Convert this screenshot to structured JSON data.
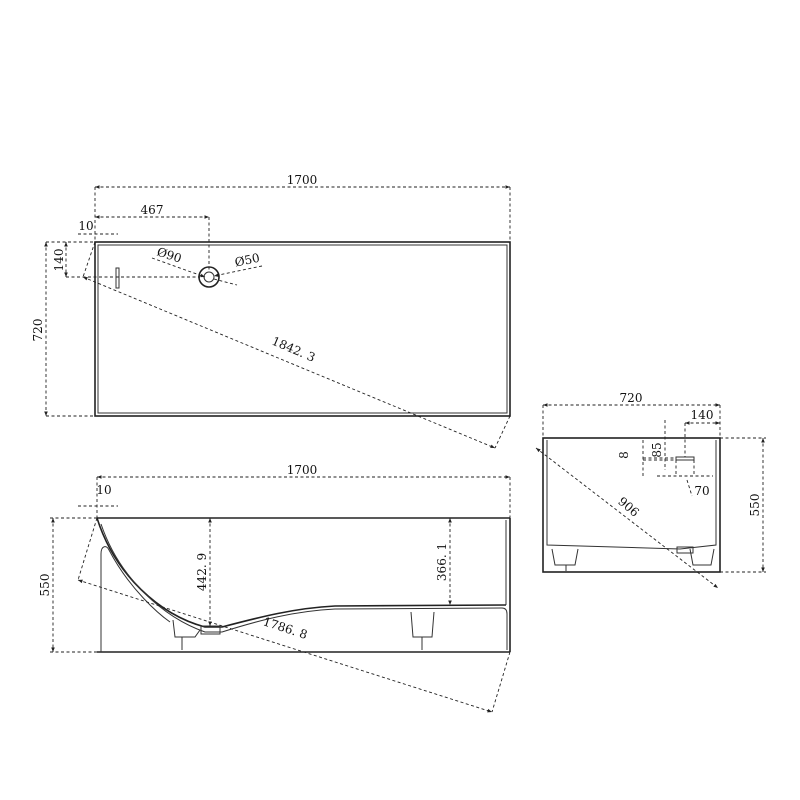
{
  "drawing": {
    "top_view": {
      "length": "1700",
      "drain_offset": "467",
      "wall": "10",
      "drain_from_edge": "140",
      "width": "720",
      "drain_outer_diameter": "Ø90",
      "drain_inner_diameter": "Ø50",
      "diagonal": "1842. 3"
    },
    "side_view": {
      "length": "1700",
      "wall": "10",
      "height": "550",
      "depth_at_drain": "442. 9",
      "depth_at_foot": "366. 1",
      "diagonal": "1786. 8"
    },
    "end_view": {
      "width": "720",
      "overflow_from_edge": "140",
      "height": "550",
      "overflow_thickness": "8",
      "overflow_drop": "85",
      "overflow_width": "70",
      "diagonal": "906"
    }
  }
}
